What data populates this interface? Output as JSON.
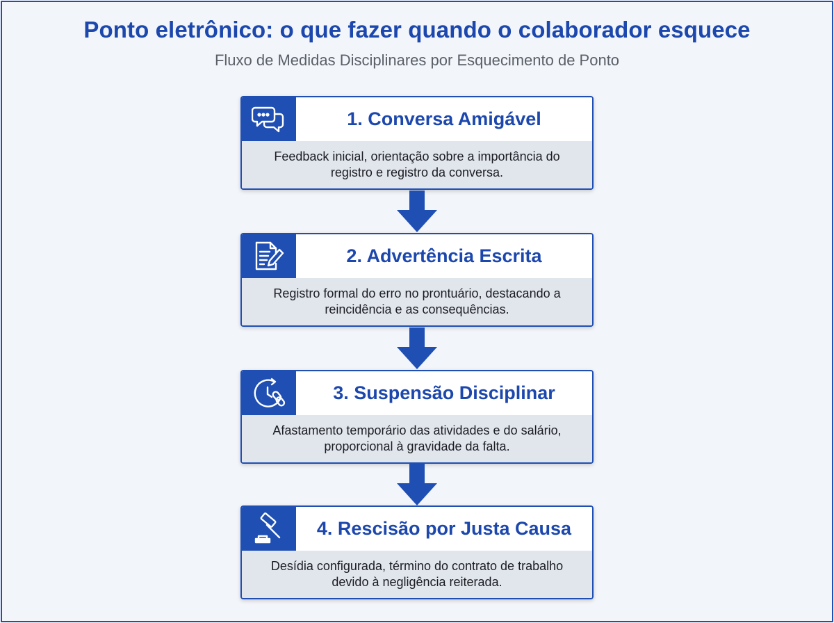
{
  "title": "Ponto eletrônico: o que fazer quando o colaborador esquece",
  "subtitle": "Fluxo de Medidas Disciplinares por Esquecimento de Ponto",
  "colors": {
    "accent": "#1f4fb3",
    "title": "#1c47ad",
    "panel": "#e1e5ec",
    "background": "#f2f5fa"
  },
  "steps": [
    {
      "icon": "chat-bubbles-icon",
      "label": "1. Conversa Amigável",
      "desc_line1": "Feedback inicial, orientação sobre a importância do",
      "desc_line2": "registro e registro da conversa."
    },
    {
      "icon": "document-pen-icon",
      "label": "2. Advertência Escrita",
      "desc_line1": "Registro formal do erro no prontuário, destacando a",
      "desc_line2": "reincidência e as consequências."
    },
    {
      "icon": "clock-broken-chain-icon",
      "label": "3. Suspensão Disciplinar",
      "desc_line1": "Afastamento temporário das atividades e do salário,",
      "desc_line2": "proporcional à gravidade da falta."
    },
    {
      "icon": "gavel-icon",
      "label": "4. Rescisão por Justa Causa",
      "desc_line1": "Desídia configurada, término do contrato de trabalho",
      "desc_line2": "devido à negligência reiterada."
    }
  ]
}
